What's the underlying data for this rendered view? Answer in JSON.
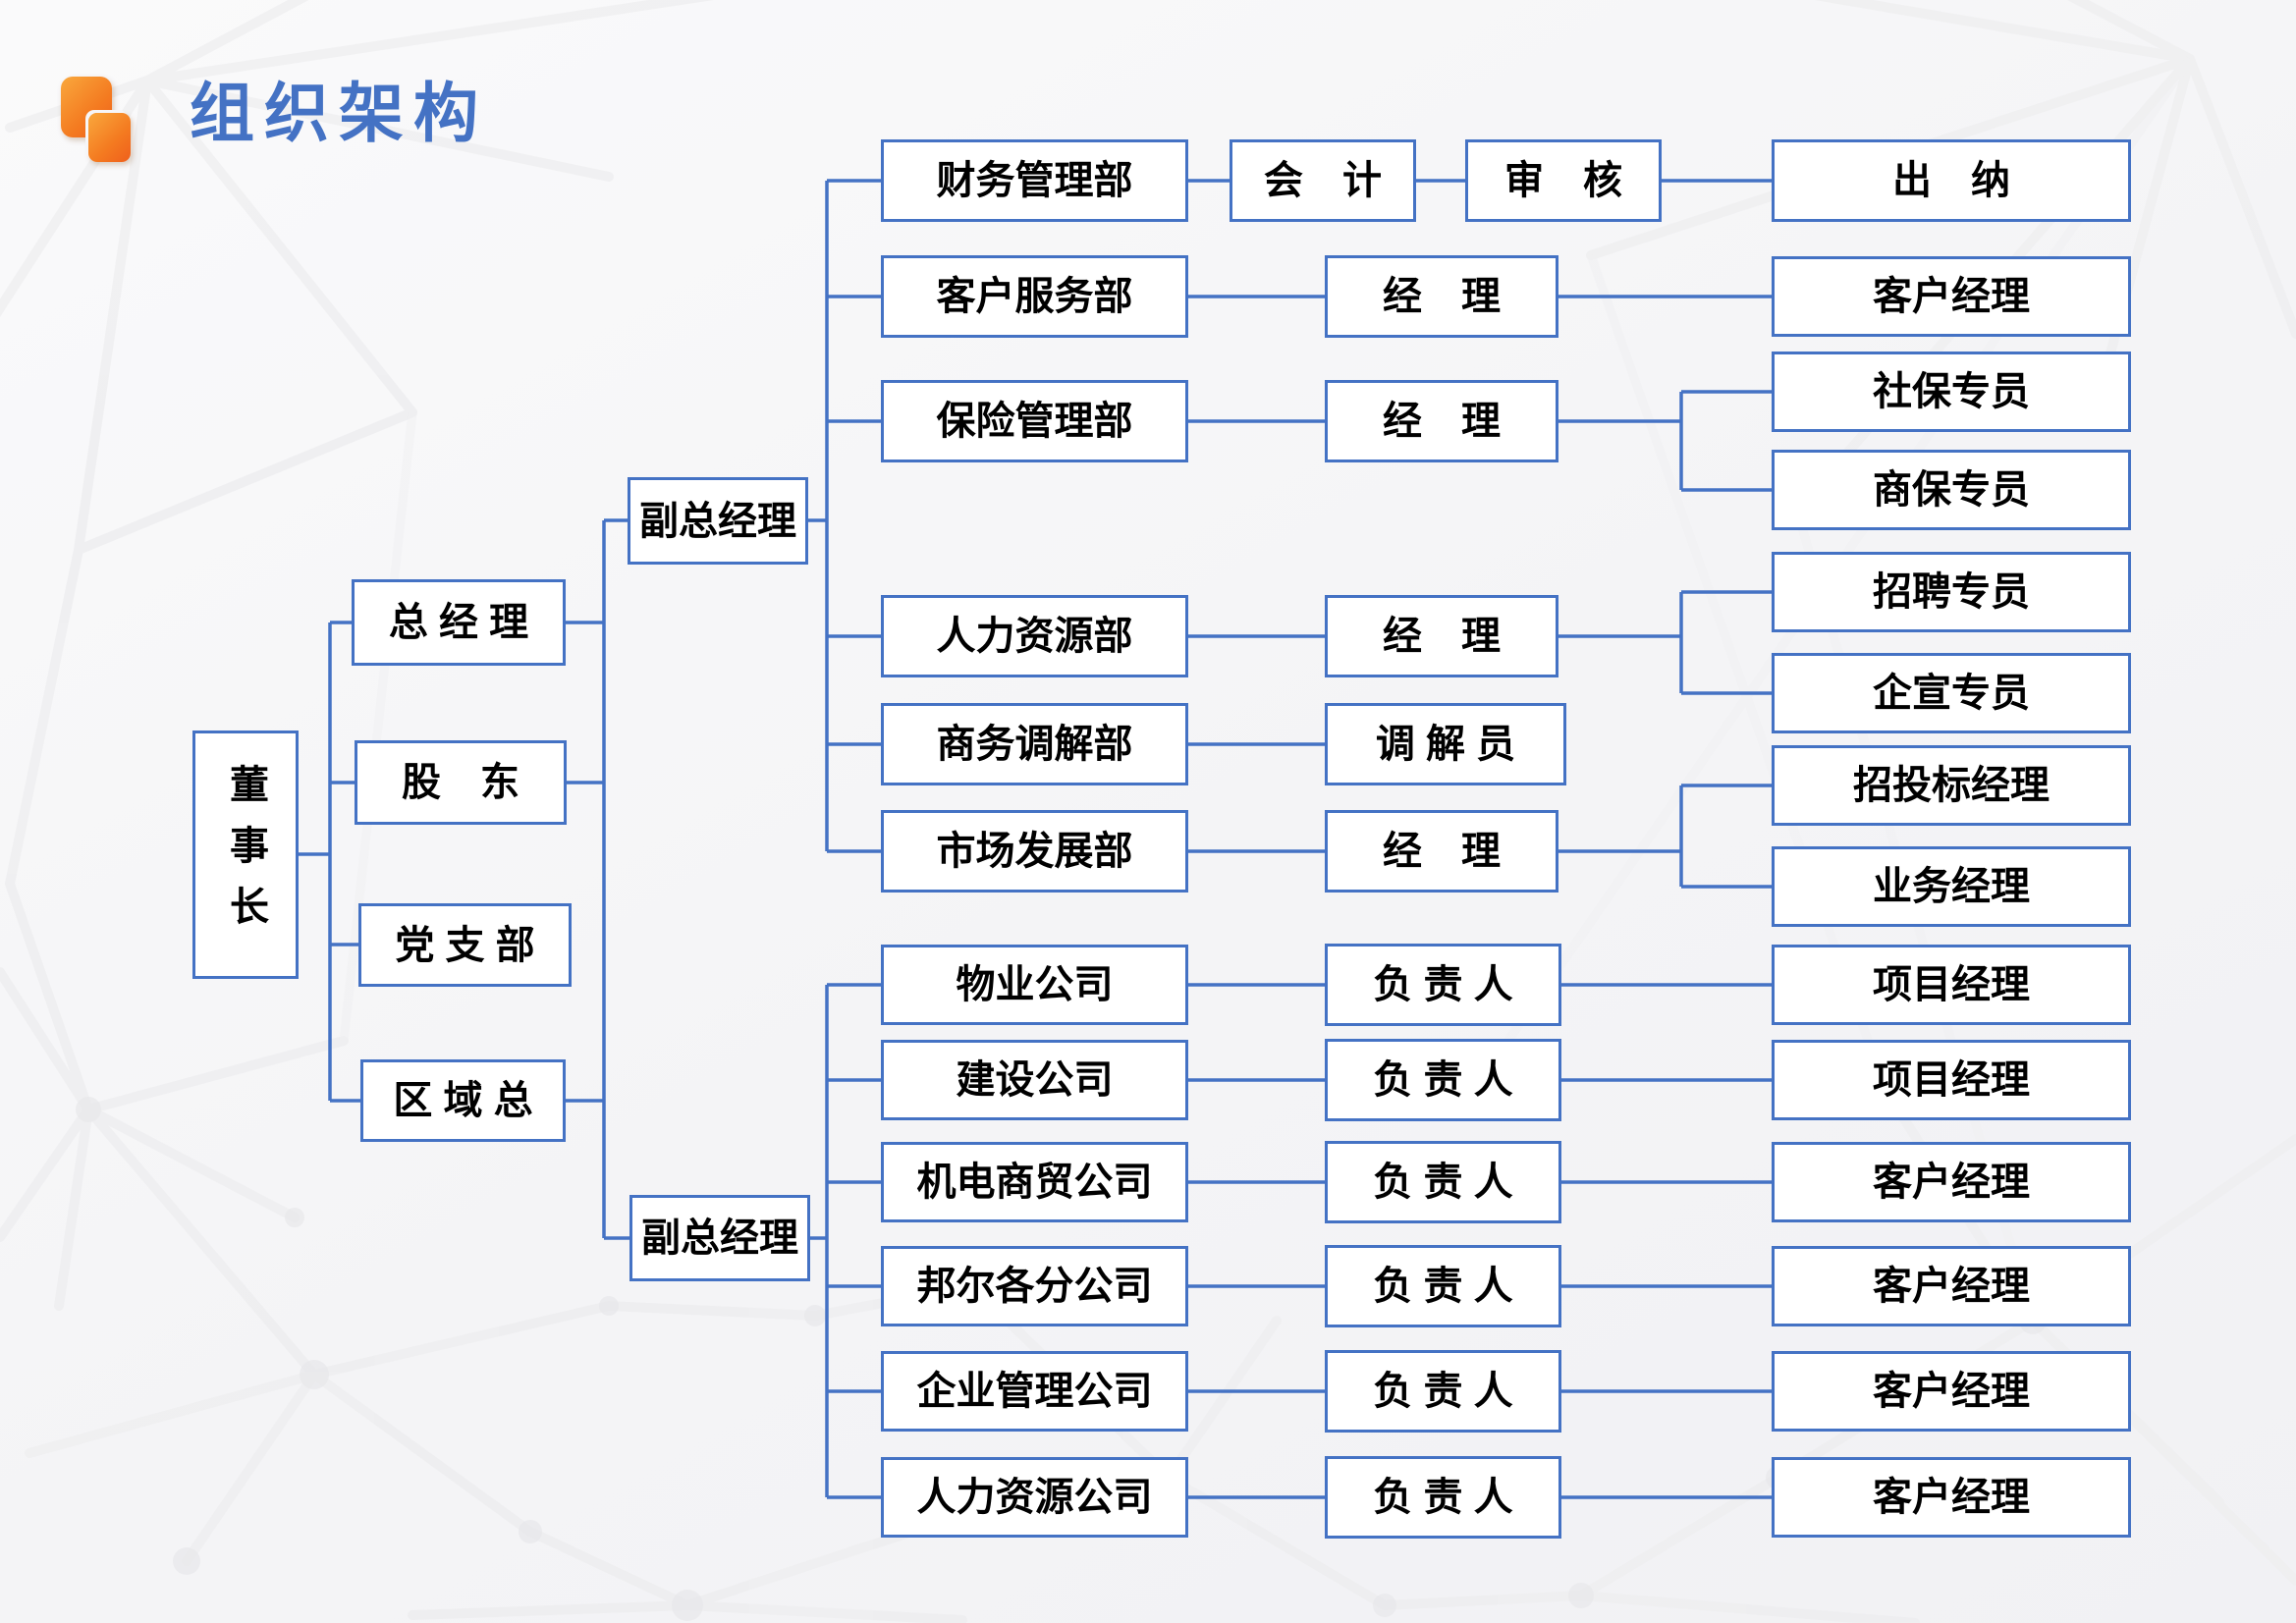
{
  "header": {
    "title": "组织架构"
  },
  "colors": {
    "accent_blue": "#4472c4",
    "line_blue": "#4472c4",
    "node_background": "#ffffff",
    "node_text": "#000000",
    "logo_orange": "#f47a20",
    "background_gray": "#f4f4f6"
  },
  "logo": {
    "name": "two-orange-rounded-squares"
  },
  "nodes": {
    "chairman": {
      "label": "董事长"
    },
    "gm": {
      "label": "总 经 理"
    },
    "shareholders": {
      "label": "股　东"
    },
    "party": {
      "label": "党 支 部"
    },
    "regional": {
      "label": "区 域 总"
    },
    "vgm1": {
      "label": "副总经理"
    },
    "vgm2": {
      "label": "副总经理"
    },
    "dept_finance": {
      "label": "财务管理部"
    },
    "dept_customer": {
      "label": "客户服务部"
    },
    "dept_insurance": {
      "label": "保险管理部"
    },
    "dept_hr": {
      "label": "人力资源部"
    },
    "dept_mediation": {
      "label": "商务调解部"
    },
    "dept_market": {
      "label": "市场发展部"
    },
    "co_property": {
      "label": "物业公司"
    },
    "co_construction": {
      "label": "建设公司"
    },
    "co_mechatronics": {
      "label": "机电商贸公司"
    },
    "co_banger": {
      "label": "邦尔各分公司"
    },
    "co_enterprise": {
      "label": "企业管理公司"
    },
    "co_hr": {
      "label": "人力资源公司"
    },
    "role_accountant": {
      "label": "会　计"
    },
    "role_audit": {
      "label": "审　核"
    },
    "role_cashier": {
      "label": "出　纳"
    },
    "role_mgr_customer": {
      "label": "经　理"
    },
    "role_mgr_insurance": {
      "label": "经　理"
    },
    "role_mgr_hr": {
      "label": "经　理"
    },
    "role_mediator": {
      "label": "调 解 员"
    },
    "role_mgr_market": {
      "label": "经　理"
    },
    "role_head_1": {
      "label": "负 责 人"
    },
    "role_head_2": {
      "label": "负 责 人"
    },
    "role_head_3": {
      "label": "负 责 人"
    },
    "role_head_4": {
      "label": "负 责 人"
    },
    "role_head_5": {
      "label": "负 责 人"
    },
    "role_head_6": {
      "label": "负 责 人"
    },
    "sub_customer_mgr": {
      "label": "客户经理"
    },
    "sub_social": {
      "label": "社保专员"
    },
    "sub_commercial": {
      "label": "商保专员"
    },
    "sub_recruit": {
      "label": "招聘专员"
    },
    "sub_publicity": {
      "label": "企宣专员"
    },
    "sub_tender": {
      "label": "招投标经理"
    },
    "sub_business": {
      "label": "业务经理"
    },
    "sub_project_1": {
      "label": "项目经理"
    },
    "sub_project_2": {
      "label": "项目经理"
    },
    "sub_customer_1": {
      "label": "客户经理"
    },
    "sub_customer_2": {
      "label": "客户经理"
    },
    "sub_customer_3": {
      "label": "客户经理"
    },
    "sub_customer_4": {
      "label": "客户经理"
    }
  },
  "edges": [
    [
      "chairman",
      "gm"
    ],
    [
      "chairman",
      "shareholders"
    ],
    [
      "chairman",
      "party"
    ],
    [
      "chairman",
      "regional"
    ],
    [
      "gm",
      "vgm1"
    ],
    [
      "shareholders",
      "vgm1"
    ],
    [
      "regional",
      "vgm1"
    ],
    [
      "gm",
      "vgm2"
    ],
    [
      "shareholders",
      "vgm2"
    ],
    [
      "regional",
      "vgm2"
    ],
    [
      "vgm1",
      "dept_finance"
    ],
    [
      "vgm1",
      "dept_customer"
    ],
    [
      "vgm1",
      "dept_insurance"
    ],
    [
      "vgm1",
      "dept_hr"
    ],
    [
      "vgm1",
      "dept_mediation"
    ],
    [
      "vgm1",
      "dept_market"
    ],
    [
      "vgm2",
      "co_property"
    ],
    [
      "vgm2",
      "co_construction"
    ],
    [
      "vgm2",
      "co_mechatronics"
    ],
    [
      "vgm2",
      "co_banger"
    ],
    [
      "vgm2",
      "co_enterprise"
    ],
    [
      "vgm2",
      "co_hr"
    ],
    [
      "dept_finance",
      "role_accountant"
    ],
    [
      "role_accountant",
      "role_audit"
    ],
    [
      "role_audit",
      "role_cashier"
    ],
    [
      "dept_customer",
      "role_mgr_customer"
    ],
    [
      "role_mgr_customer",
      "sub_customer_mgr"
    ],
    [
      "dept_insurance",
      "role_mgr_insurance"
    ],
    [
      "role_mgr_insurance",
      "sub_social"
    ],
    [
      "role_mgr_insurance",
      "sub_commercial"
    ],
    [
      "dept_hr",
      "role_mgr_hr"
    ],
    [
      "role_mgr_hr",
      "sub_recruit"
    ],
    [
      "role_mgr_hr",
      "sub_publicity"
    ],
    [
      "dept_mediation",
      "role_mediator"
    ],
    [
      "dept_market",
      "role_mgr_market"
    ],
    [
      "role_mgr_market",
      "sub_tender"
    ],
    [
      "role_mgr_market",
      "sub_business"
    ],
    [
      "co_property",
      "role_head_1"
    ],
    [
      "role_head_1",
      "sub_project_1"
    ],
    [
      "co_construction",
      "role_head_2"
    ],
    [
      "role_head_2",
      "sub_project_2"
    ],
    [
      "co_mechatronics",
      "role_head_3"
    ],
    [
      "role_head_3",
      "sub_customer_1"
    ],
    [
      "co_banger",
      "role_head_4"
    ],
    [
      "role_head_4",
      "sub_customer_2"
    ],
    [
      "co_enterprise",
      "role_head_5"
    ],
    [
      "role_head_5",
      "sub_customer_3"
    ],
    [
      "co_hr",
      "role_head_6"
    ],
    [
      "role_head_6",
      "sub_customer_4"
    ]
  ]
}
